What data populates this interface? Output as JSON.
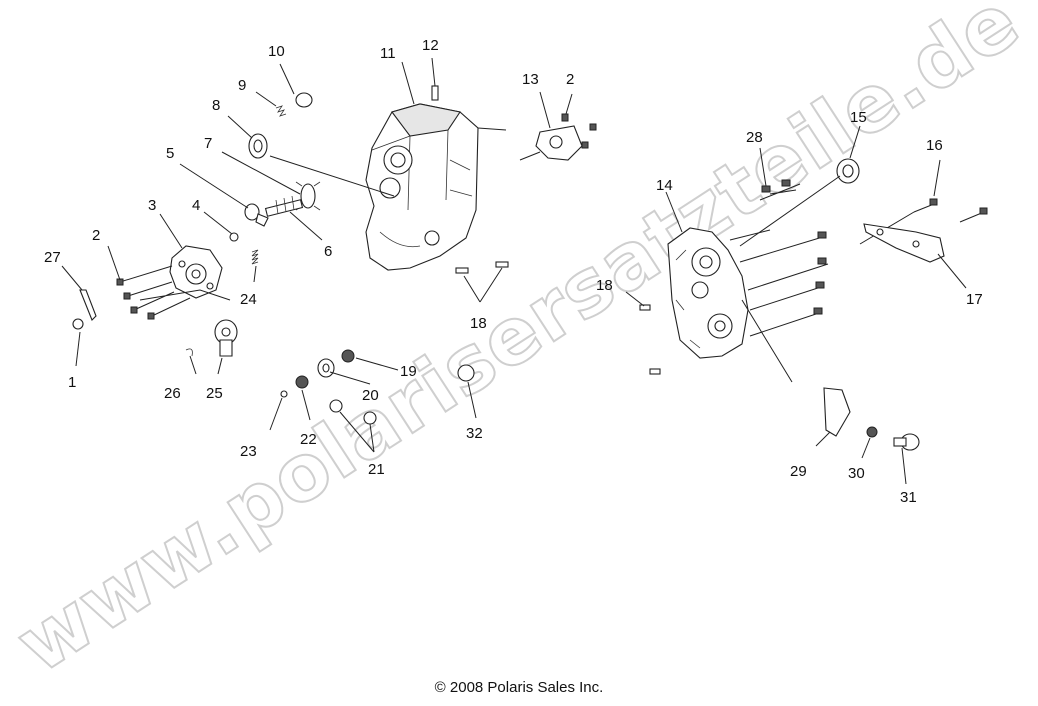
{
  "watermark": "www.polarisersatzteile.de",
  "copyright": "© 2008 Polaris Sales Inc.",
  "callouts": [
    "1",
    "2",
    "3",
    "4",
    "5",
    "6",
    "7",
    "8",
    "9",
    "10",
    "11",
    "12",
    "13",
    "14",
    "15",
    "16",
    "17",
    "18",
    "19",
    "20",
    "21",
    "22",
    "23",
    "24",
    "25",
    "26",
    "27",
    "28",
    "29",
    "30",
    "31",
    "32"
  ],
  "repeated_callouts": {
    "2": "2",
    "18": "18"
  }
}
